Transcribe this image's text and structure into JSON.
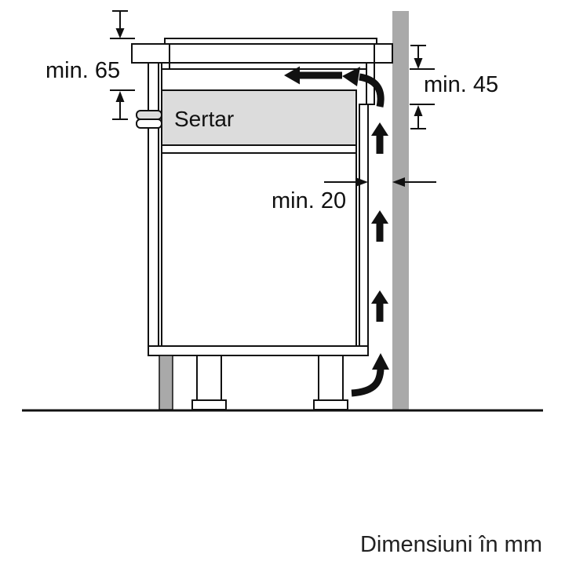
{
  "diagram": {
    "caption": "Dimensiuni în mm",
    "drawer_label": "Sertar",
    "dim_worktop_to_drawer": "min. 65",
    "dim_right_clearance": "min. 45",
    "dim_rear_gap": "min. 20",
    "colors": {
      "wall": "#a9a9a9",
      "drawer_fill": "#dcdcdc",
      "line": "#111111"
    }
  }
}
